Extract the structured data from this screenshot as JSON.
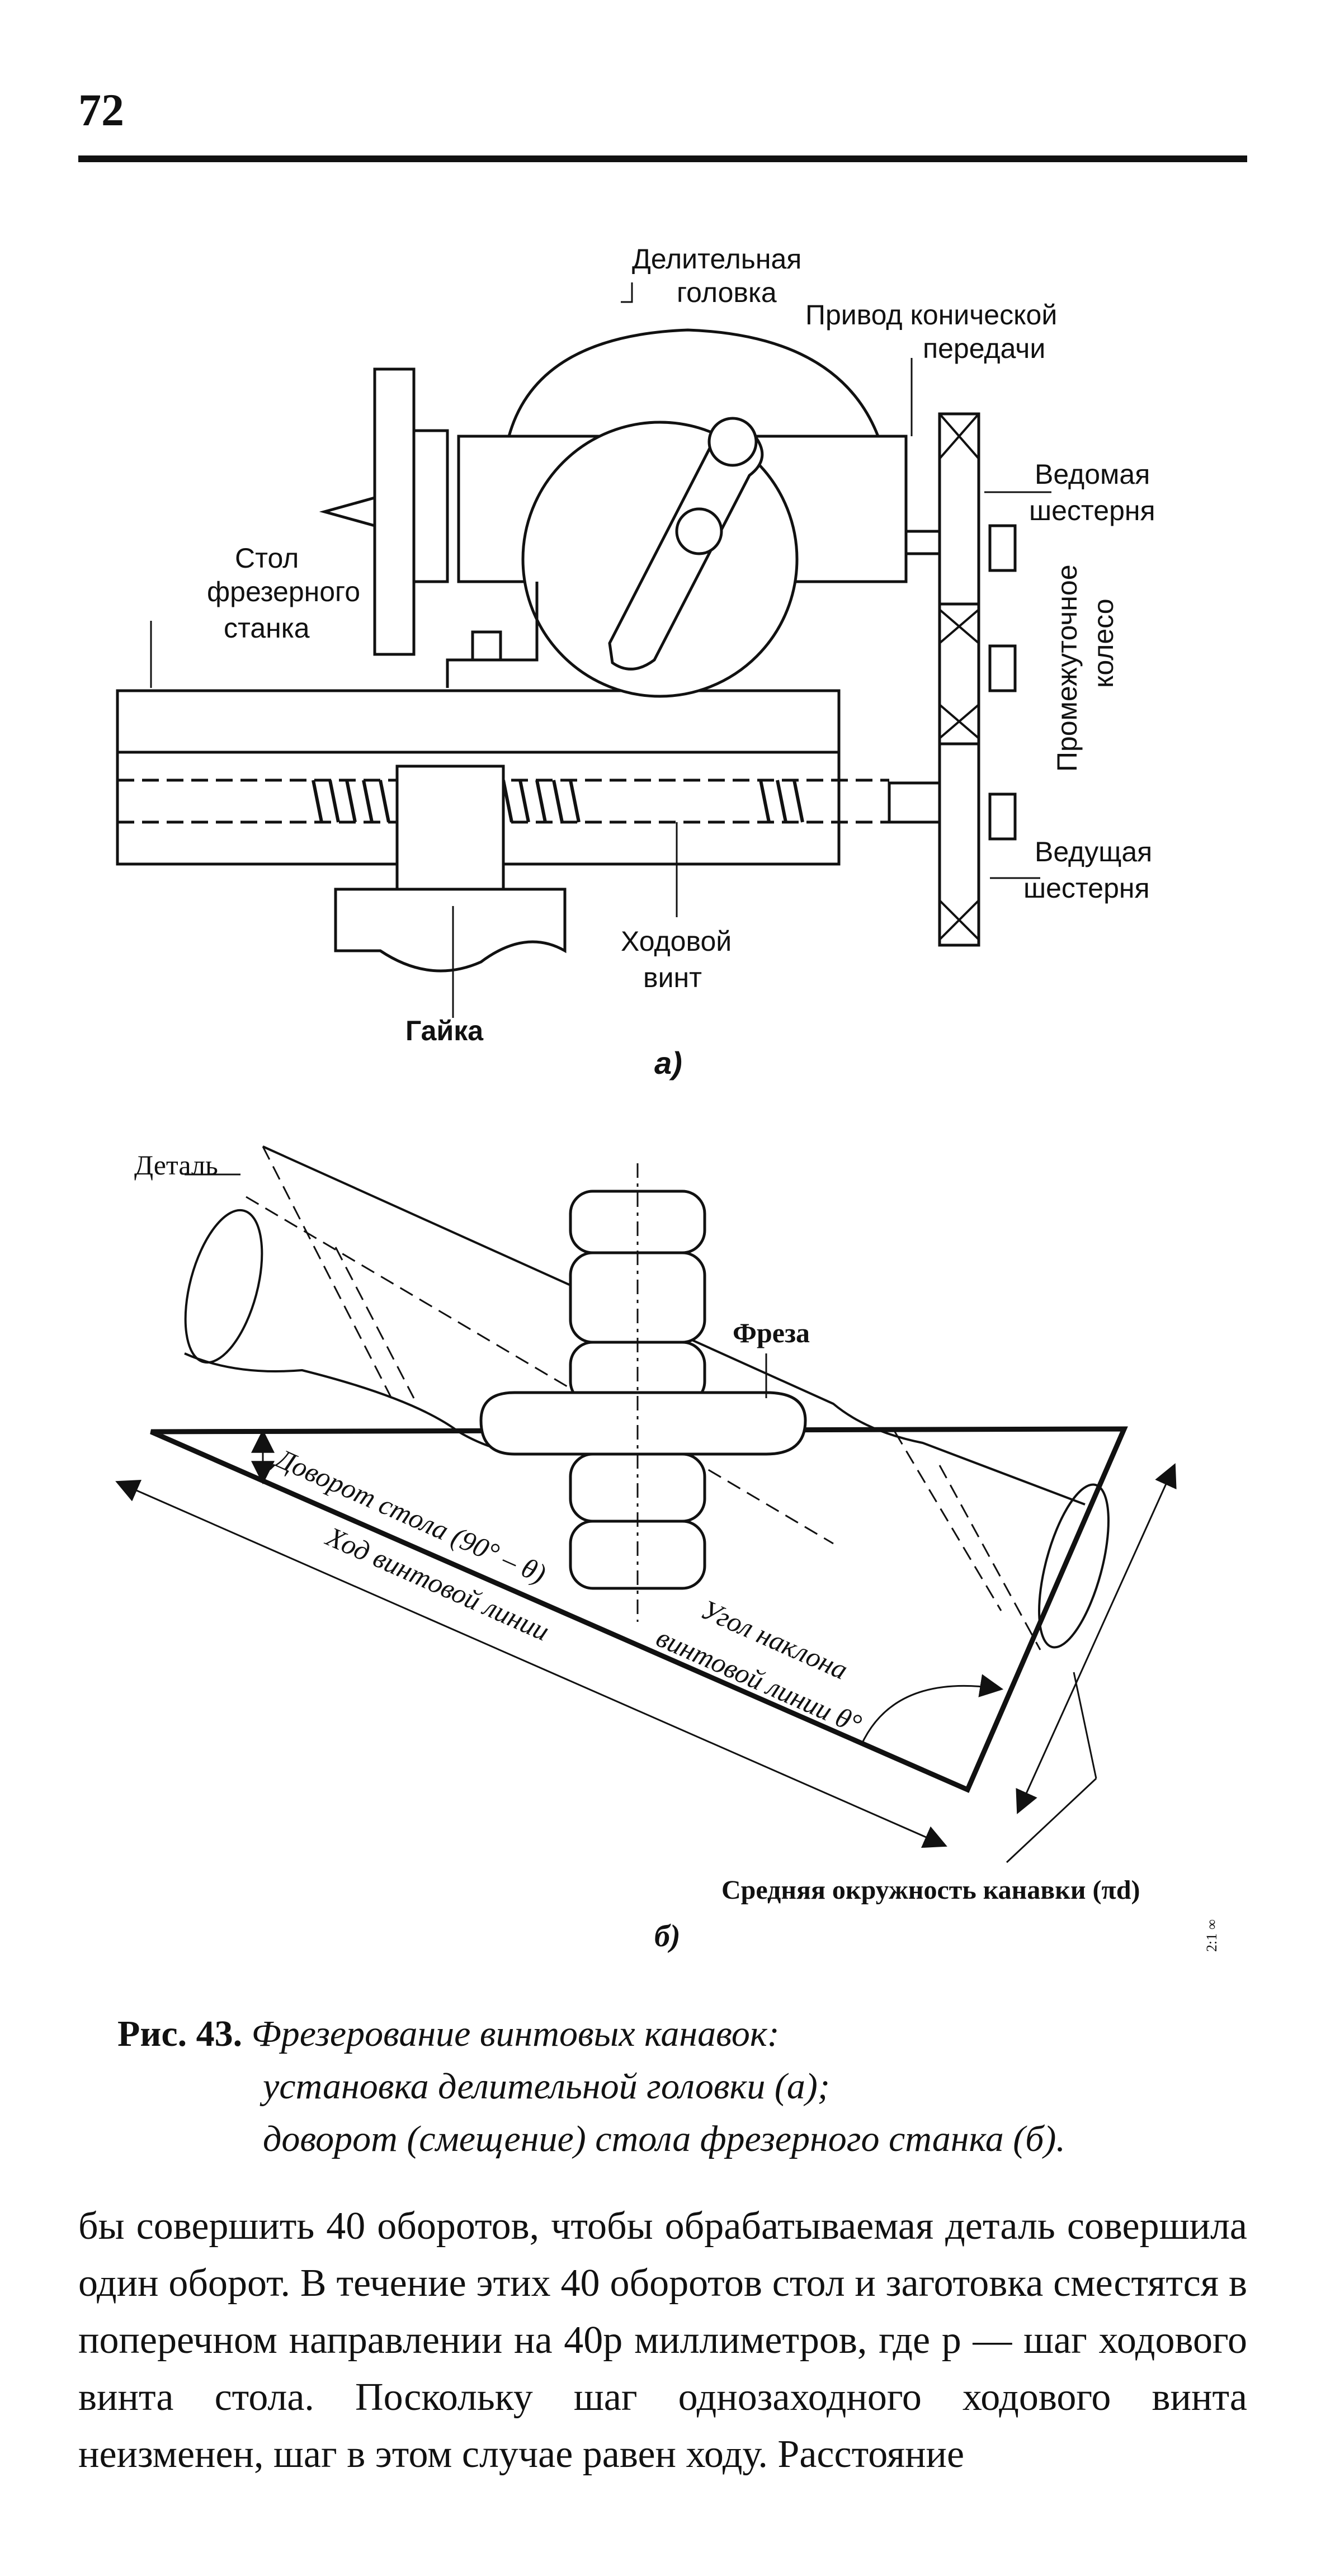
{
  "page": {
    "number": "72"
  },
  "figure_a": {
    "labels": {
      "dividing_head_1": "Делительная",
      "dividing_head_2": "головка",
      "bevel_drive_1": "Привод конической",
      "bevel_drive_2": "передачи",
      "driven_gear_1": "Ведомая",
      "driven_gear_2": "шестерня",
      "table_1": "Стол",
      "table_2": "фрезерного",
      "table_3": "станка",
      "idler_1": "Промежуточное",
      "idler_2": "колесо",
      "drive_gear_1": "Ведущая",
      "drive_gear_2": "шестерня",
      "lead_screw_1": "Ходовой",
      "lead_screw_2": "винт",
      "nut": "Гайка"
    },
    "sublabel": "а)"
  },
  "figure_b": {
    "labels": {
      "workpiece": "Деталь",
      "cutter": "Фреза",
      "table_swivel": "Доворот стола (90° – θ)",
      "helix_lead": "Ход винтовой линии",
      "helix_angle_1": "Угол наклона",
      "helix_angle_2": "винтовой линии θ°",
      "mean_circumference": "Средняя окружность канавки (πd)"
    },
    "sublabel": "б)",
    "side_mark": "2:1 ∞"
  },
  "caption": {
    "label": "Рис. 43.",
    "line1": "Фрезерование винтовых канавок:",
    "line2": "установка делительной головки (а);",
    "line3": "доворот (смещение) стола фрезерного станка (б)."
  },
  "body": {
    "paragraph": "бы совершить 40 оборотов, чтобы обрабатываемая деталь совершила один оборот. В течение этих 40 оборотов стол и заготовка сместятся в поперечном направлении на 40p миллиметров, где p — шаг ходового винта стола. Поскольку шаг однозаходного ходового винта неизменен, шаг в этом случае равен ходу. Расстояние"
  }
}
